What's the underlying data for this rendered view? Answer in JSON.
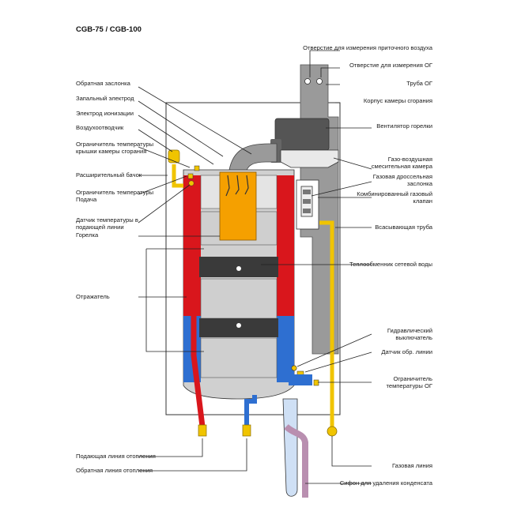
{
  "title": "CGB-75 / CGB-100",
  "colors": {
    "supply": "#d9161c",
    "return": "#2e6fd1",
    "gas": "#f0c400",
    "flue": "#9a9a9a",
    "chamber": "#d0d0d0",
    "burner": "#f5a000",
    "housing": "#ffffff",
    "siphon": "#cfe0f5"
  },
  "labels_left": [
    {
      "id": "return-damper",
      "lines": [
        "Обратная заслонка"
      ]
    },
    {
      "id": "ignition-electrode",
      "lines": [
        "Запальный электрод"
      ]
    },
    {
      "id": "ionization-electrode",
      "lines": [
        "Электрод ионизации"
      ]
    },
    {
      "id": "air-vent",
      "lines": [
        "Воздухоотводчик"
      ]
    },
    {
      "id": "chamber-lid-temp-limiter",
      "lines": [
        "Ограничитель температуры",
        "крышки камеры сгорания"
      ]
    },
    {
      "id": "expansion-tank",
      "lines": [
        "Расширительный бачок"
      ]
    },
    {
      "id": "supply-temp-limiter",
      "lines": [
        "Ограничитель температуры",
        "Подача"
      ]
    },
    {
      "id": "supply-temp-sensor",
      "lines": [
        "Датчик температуры в",
        "подающей линии"
      ]
    },
    {
      "id": "burner",
      "lines": [
        "Горелка"
      ]
    },
    {
      "id": "reflector",
      "lines": [
        "Отражатель"
      ]
    },
    {
      "id": "heating-supply-line",
      "lines": [
        "Подающая линия отопления"
      ]
    },
    {
      "id": "heating-return-line",
      "lines": [
        "Обратная линия отопления"
      ]
    }
  ],
  "labels_right": [
    {
      "id": "intake-air-port",
      "lines": [
        "Отверстие для измерения приточного воздуха"
      ]
    },
    {
      "id": "flue-gas-port",
      "lines": [
        "Отверстие для измерения ОГ"
      ]
    },
    {
      "id": "flue-pipe",
      "lines": [
        "Труба ОГ"
      ]
    },
    {
      "id": "combustion-chamber-housing",
      "lines": [
        "Корпус камеры сгорания"
      ]
    },
    {
      "id": "burner-fan",
      "lines": [
        "Вентилятор горелки"
      ]
    },
    {
      "id": "gas-air-mixing-chamber",
      "lines": [
        "Газо-воздушная",
        "смесительная камера"
      ]
    },
    {
      "id": "gas-throttle-valve",
      "lines": [
        "Газовая дроссельная",
        "заслонка"
      ]
    },
    {
      "id": "combined-gas-valve",
      "lines": [
        "Комбинированный газовый",
        "клапан"
      ]
    },
    {
      "id": "intake-pipe",
      "lines": [
        "Всасывающая труба"
      ]
    },
    {
      "id": "network-water-heat-exchanger",
      "lines": [
        "Теплообменник сетевой воды"
      ]
    },
    {
      "id": "hydraulic-switch",
      "lines": [
        "Гидравлический",
        "выключатель"
      ]
    },
    {
      "id": "return-line-sensor",
      "lines": [
        "Датчик обр. линии"
      ]
    },
    {
      "id": "flue-gas-temp-limiter",
      "lines": [
        "Ограничитель",
        "температуры ОГ"
      ]
    },
    {
      "id": "gas-line",
      "lines": [
        "Газовая линия"
      ]
    },
    {
      "id": "condensate-siphon",
      "lines": [
        "Сифон для удаления конденсата"
      ]
    }
  ]
}
